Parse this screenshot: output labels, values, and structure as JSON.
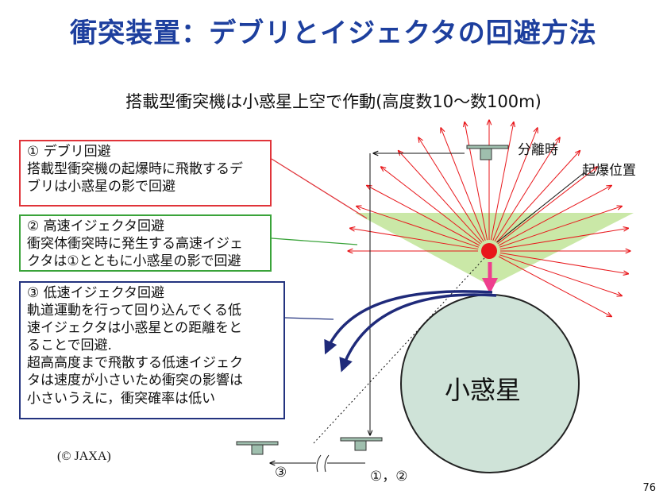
{
  "title": "衝突装置：デブリとイジェクタの回避方法",
  "subtitle": "搭載型衝突機は小惑星上空で作動(高度数10～数100m)",
  "box1": {
    "lines": [
      "① デブリ回避",
      "搭載型衝突機の起爆時に飛散するデ",
      "ブリは小惑星の影で回避"
    ]
  },
  "box2": {
    "lines": [
      "② 高速イジェクタ回避",
      "衝突体衝突時に発生する高速イジェ",
      "クタは①とともに小惑星の影で回避"
    ]
  },
  "box3": {
    "lines": [
      "③ 低速イジェクタ回避",
      "軌道運動を行って回り込んでくる低",
      "速イジェクタは小惑星との距離をと",
      "ることで回避.",
      "超高高度まで飛散する低速イジェク",
      "タは速度が小さいため衝突の影響は",
      "小さいうえに，衝突確率は低い"
    ]
  },
  "labels": {
    "separation": "分離時",
    "detonation": "起爆位置",
    "asteroid": "小惑星",
    "path_3": "③",
    "path_12": "①，②",
    "copyright": "(© JAXA)",
    "page_number": "76"
  },
  "colors": {
    "title": "#1d3f9e",
    "debris_box": "#e0343a",
    "high_speed_box": "#3aa33a",
    "low_speed_box": "#23337f",
    "asteroid_fill": "#cfe3d8",
    "shadow_cone": "#b8e08a",
    "explosion": "#e8171b",
    "impactor_arrow": "#ee3f8d"
  }
}
